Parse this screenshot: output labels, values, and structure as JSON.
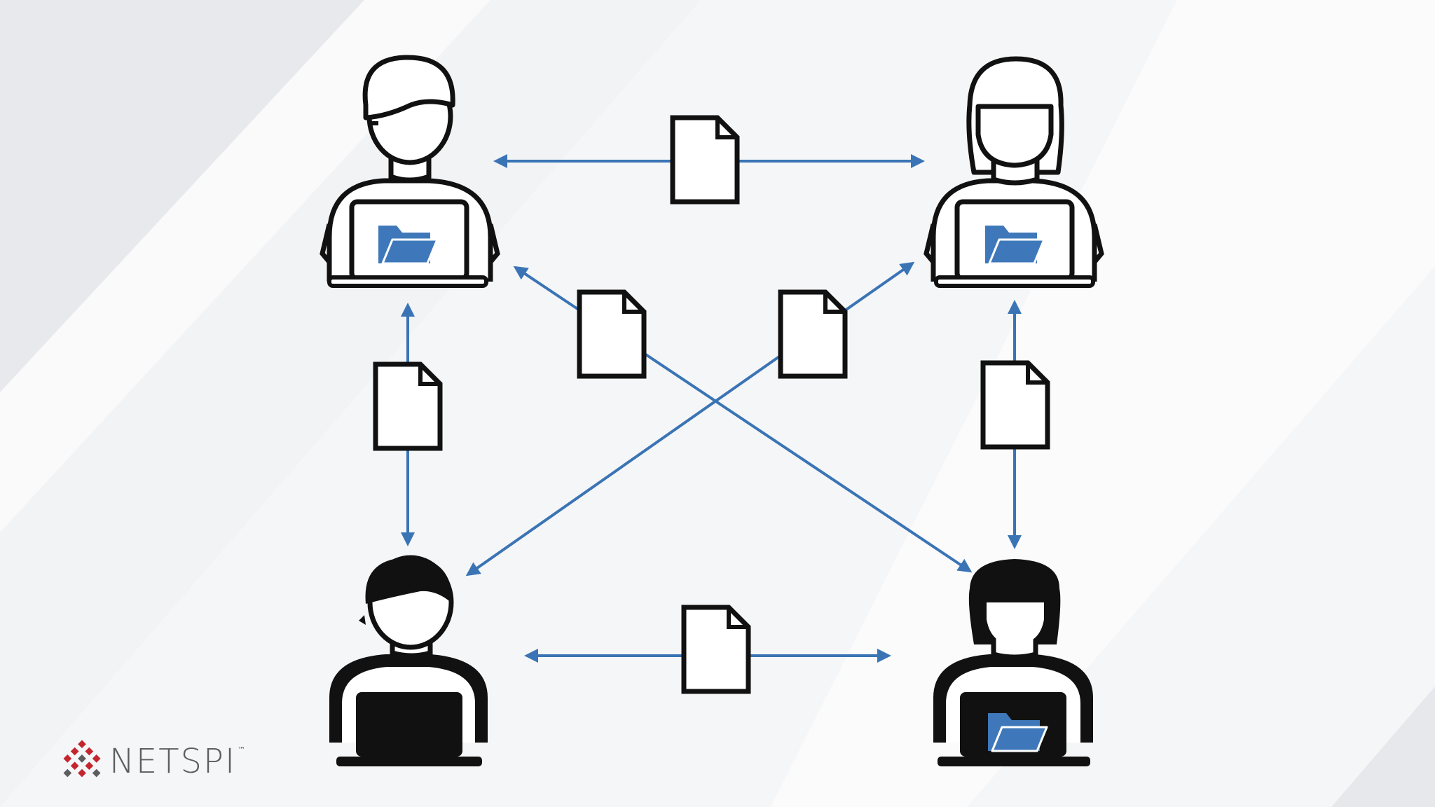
{
  "brand": {
    "name": "NETSPI",
    "trademark": "™",
    "logo_icon": "netspi-logo-mark-icon",
    "logo_color": "#c4262e"
  },
  "colors": {
    "arrow": "#3a74b5",
    "folder": "#3f78ba",
    "outline": "#111111",
    "background_light": "#f7f8f9",
    "background_band": "#e4e6e9"
  },
  "people": [
    {
      "name": "person-top-left",
      "style": "outline",
      "hair": "short",
      "laptop_icon": "folder-icon"
    },
    {
      "name": "person-top-right",
      "style": "outline",
      "hair": "long",
      "laptop_icon": "folder-icon"
    },
    {
      "name": "person-bottom-left",
      "style": "filled",
      "hair": "short",
      "laptop_icon": ""
    },
    {
      "name": "person-bottom-right",
      "style": "filled",
      "hair": "long",
      "laptop_icon": "folder-icon"
    }
  ],
  "transfers": [
    {
      "from": "person-top-left",
      "to": "person-top-right",
      "icon": "document-icon"
    },
    {
      "from": "person-bottom-left",
      "to": "person-bottom-right",
      "icon": "document-icon"
    },
    {
      "from": "person-top-left",
      "to": "person-bottom-left",
      "icon": "document-icon"
    },
    {
      "from": "person-top-right",
      "to": "person-bottom-right",
      "icon": "document-icon"
    },
    {
      "from": "person-top-left",
      "to": "person-bottom-right",
      "icon": "document-icon"
    },
    {
      "from": "person-bottom-left",
      "to": "person-top-right",
      "icon": "document-icon"
    }
  ]
}
